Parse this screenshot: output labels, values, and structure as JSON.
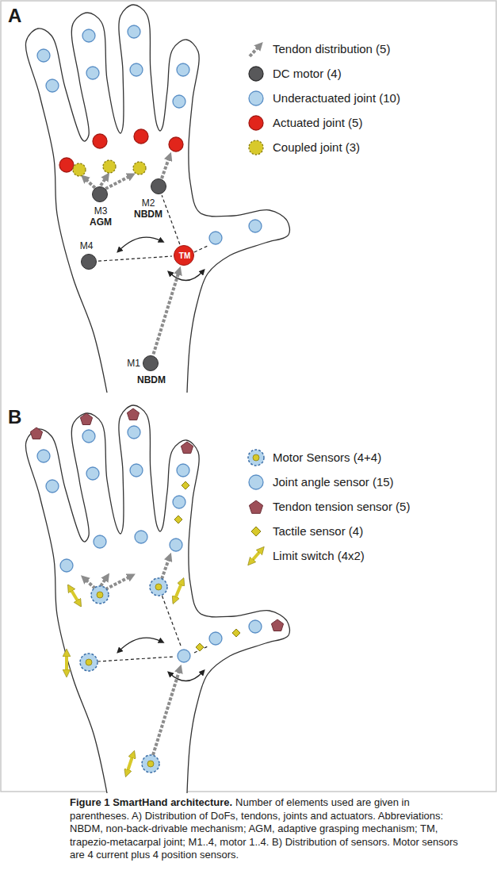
{
  "diagram": {
    "title": "Figure 1 SmartHand architecture.",
    "caption": "Number of elements used are given in parentheses. A) Distribution of DoFs, tendons, joints and actuators. Abbreviations: NBDM, non-back-drivable mechanism; AGM, adaptive grasping mechanism; TM, trapezio-metacarpal joint; M1..4, motor 1..4. B) Distribution of sensors. Motor sensors are 4 current plus 4 position sensors.",
    "nodes": [
      {
        "text": [
          "M3",
          "AGM"
        ]
      },
      {
        "text": [
          "M2",
          "NBDM"
        ]
      },
      {
        "text": [
          "M4"
        ]
      },
      {
        "text": [
          "TM"
        ]
      },
      {
        "text": [
          "M1",
          "NBDM"
        ]
      }
    ],
    "edges": [
      {
        "from": 2,
        "to": 3,
        "arrow": "none"
      },
      {
        "from": 3,
        "to": 1,
        "arrow": "none"
      },
      {
        "from": 4,
        "to": 3,
        "arrow": "to"
      }
    ],
    "labels": [
      "A",
      "B"
    ],
    "legend": [
      {
        "text": "Tendon distribution (5)"
      },
      {
        "text": "DC motor (4)",
        "color": "#58585a"
      },
      {
        "text": "Underactuated joint (10)",
        "color": "#b3d4ec"
      },
      {
        "text": "Actuated joint (5)",
        "color": "#e1251b"
      },
      {
        "text": "Coupled joint (3)",
        "color": "#d8c92b"
      },
      {
        "text": "Motor Sensors (4+4)"
      },
      {
        "text": "Joint angle sensor (15)",
        "color": "#b3d4ec"
      },
      {
        "text": "Tendon tension sensor (5)",
        "color": "#9d4f58"
      },
      {
        "text": "Tactile sensor (4)",
        "color": "#d8c92b"
      },
      {
        "text": "Limit switch (4x2)"
      }
    ]
  }
}
